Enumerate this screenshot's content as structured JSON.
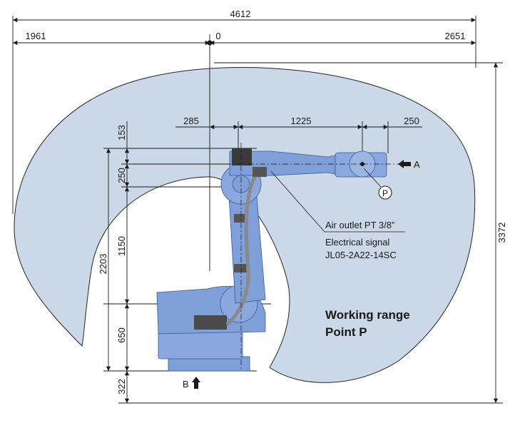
{
  "dimensions": {
    "total_width": "4612",
    "left_reach": "1961",
    "origin": "0",
    "right_reach": "2651",
    "offset_285": "285",
    "arm_1225": "1225",
    "wrist_250": "250",
    "v_153": "153",
    "v_250": "250",
    "v_1150": "1150",
    "v_2203": "2203",
    "v_650": "650",
    "v_322": "322",
    "total_height": "3372"
  },
  "labels": {
    "view_a": "A",
    "view_b": "B",
    "point_p": "P",
    "air_outlet": "Air outlet PT 3/8”",
    "electrical_signal": "Electrical signal",
    "connector": "JL05-2A22-14SC",
    "working_range": "Working range",
    "point_p_label": "Point P"
  },
  "colors": {
    "range_fill": "#c9d6e6",
    "range_stroke": "#1a1a1a",
    "robot_body": "#7f9fd8",
    "robot_dark": "#5a7bb8",
    "cable": "#8a8a8a"
  }
}
